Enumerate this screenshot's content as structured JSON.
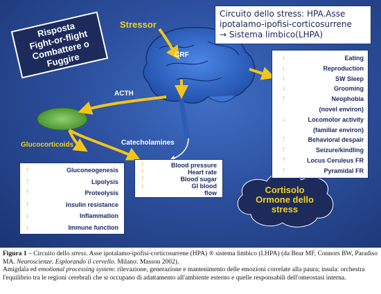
{
  "diagram": {
    "fight_sign": [
      "Risposta",
      "Fight-or-flight",
      "Combattere o",
      "Fuggire"
    ],
    "title_lines": [
      "Circuito dello stress: HPA.Asse",
      "ipotalamo-ipofisi-corticosurrene",
      "→ Sistema limbico(LHPA)"
    ],
    "labels": {
      "stressor": "Stressor",
      "crf": "CRF",
      "acth": "ACTH",
      "glucocorticoids": "Glucocorticoids",
      "catecholamines": "Catecholamines"
    },
    "right_panel": {
      "items": [
        {
          "text": "Eating",
          "dir": "down"
        },
        {
          "text": "Reproduction",
          "dir": "down"
        },
        {
          "text": "SW Sleep",
          "dir": "down"
        },
        {
          "text": "Grooming",
          "dir": "down"
        },
        {
          "text": "Neophobia",
          "dir": "up"
        },
        {
          "text": "(novel environ)",
          "dir": ""
        },
        {
          "text": "Locomotor activity",
          "dir": "down"
        },
        {
          "text": "(familiar environ)",
          "dir": ""
        },
        {
          "text": "Behavioral despair",
          "dir": "up"
        },
        {
          "text": "Seizure/kindling",
          "dir": "up"
        },
        {
          "text": "Locus Ceruleus FR",
          "dir": "up"
        },
        {
          "text": "Pyramidal FR",
          "dir": "up"
        }
      ]
    },
    "left_panel": {
      "items": [
        {
          "text": "Gluconeogenesis",
          "dir": "up"
        },
        {
          "text": "Lipolysis",
          "dir": "up"
        },
        {
          "text": "Proteolysis",
          "dir": "up"
        },
        {
          "text": "Insulin resistance",
          "dir": "up"
        },
        {
          "text": "Inflammation",
          "dir": "down"
        },
        {
          "text": "Immune function",
          "dir": "down"
        }
      ]
    },
    "mid_panel": {
      "items": [
        {
          "text": "Blood pressure",
          "dir": "up"
        },
        {
          "text": "Heart rate",
          "dir": "up"
        },
        {
          "text": "Blood sugar",
          "dir": "up"
        },
        {
          "text": "GI blood",
          "dir": "down"
        },
        {
          "text": "flow",
          "dir": ""
        }
      ]
    },
    "cloud_lines": [
      "Cortisolo",
      "Ormone dello",
      "stress"
    ]
  },
  "caption": {
    "fig_label": "Figura 1",
    "fig_text_1": " – Circuito dello ",
    "fig_text_stress": "stress",
    "fig_text_2": ". Asse ipotalamo-ipofisi-corticosurrene (HPA) ® sistema limbico (LHPA) (da Bear MF, Connors BW, Paradiso MA. ",
    "fig_book": "Neuroscienze. Esplorando il cervello",
    "fig_text_3": ". Milano: Masson 2002).",
    "line2_a": "Amigdala ed ",
    "line2_it": "emotional processing system",
    "line2_b": ": rilevazione, generazione e mantenimento delle emozioni correlate alla paura; insula: orchestra l'equilibrio tra le regioni cerebrali che si occupano di adattamento all'ambiente esterno e quelle responsabili dell'omeostasi interna."
  }
}
